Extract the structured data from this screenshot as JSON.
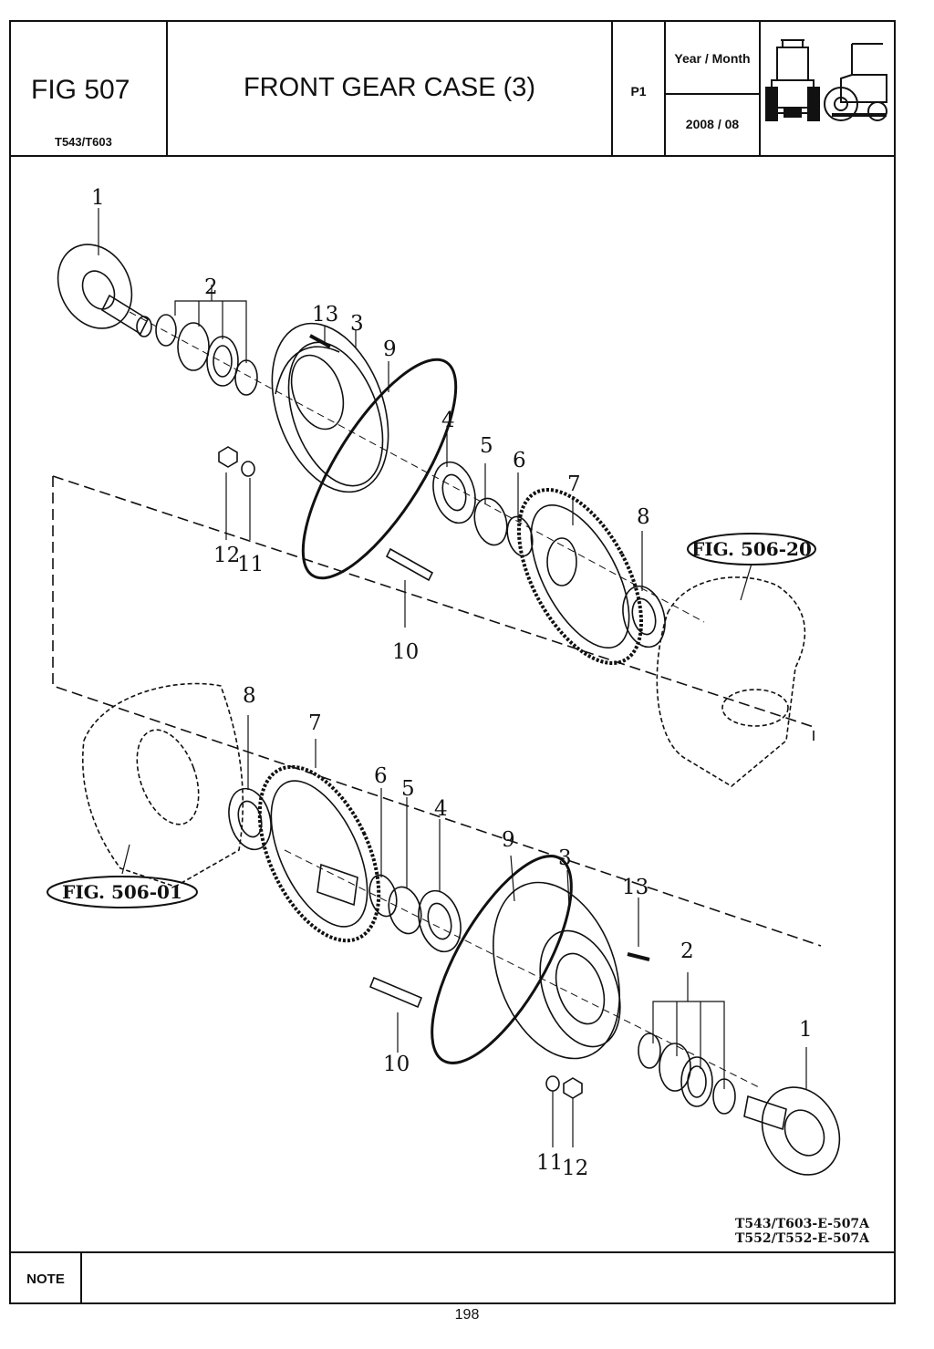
{
  "header": {
    "fig_label": "FIG 507",
    "model": "T543/T603",
    "title": "FRONT GEAR CASE (3)",
    "page": "P1",
    "year_month_label": "Year / Month",
    "year_month_value": "2008 / 08"
  },
  "diagram": {
    "upper_callouts": [
      "1",
      "2",
      "13",
      "3",
      "9",
      "4",
      "5",
      "6",
      "7",
      "8",
      "12",
      "11",
      "10"
    ],
    "lower_callouts": [
      "8",
      "7",
      "6",
      "5",
      "4",
      "9",
      "3",
      "13",
      "2",
      "1",
      "10",
      "11",
      "12"
    ],
    "fig_ref_upper": "FIG. 506-20",
    "fig_ref_lower": "FIG. 506-01",
    "drawing_codes": [
      "T543/T603-E-507A",
      "T552/T552-E-507A"
    ]
  },
  "note": {
    "label": "NOTE",
    "value": ""
  },
  "page_number": "198",
  "icons": [
    "tractor-front-icon",
    "tractor-side-icon"
  ]
}
